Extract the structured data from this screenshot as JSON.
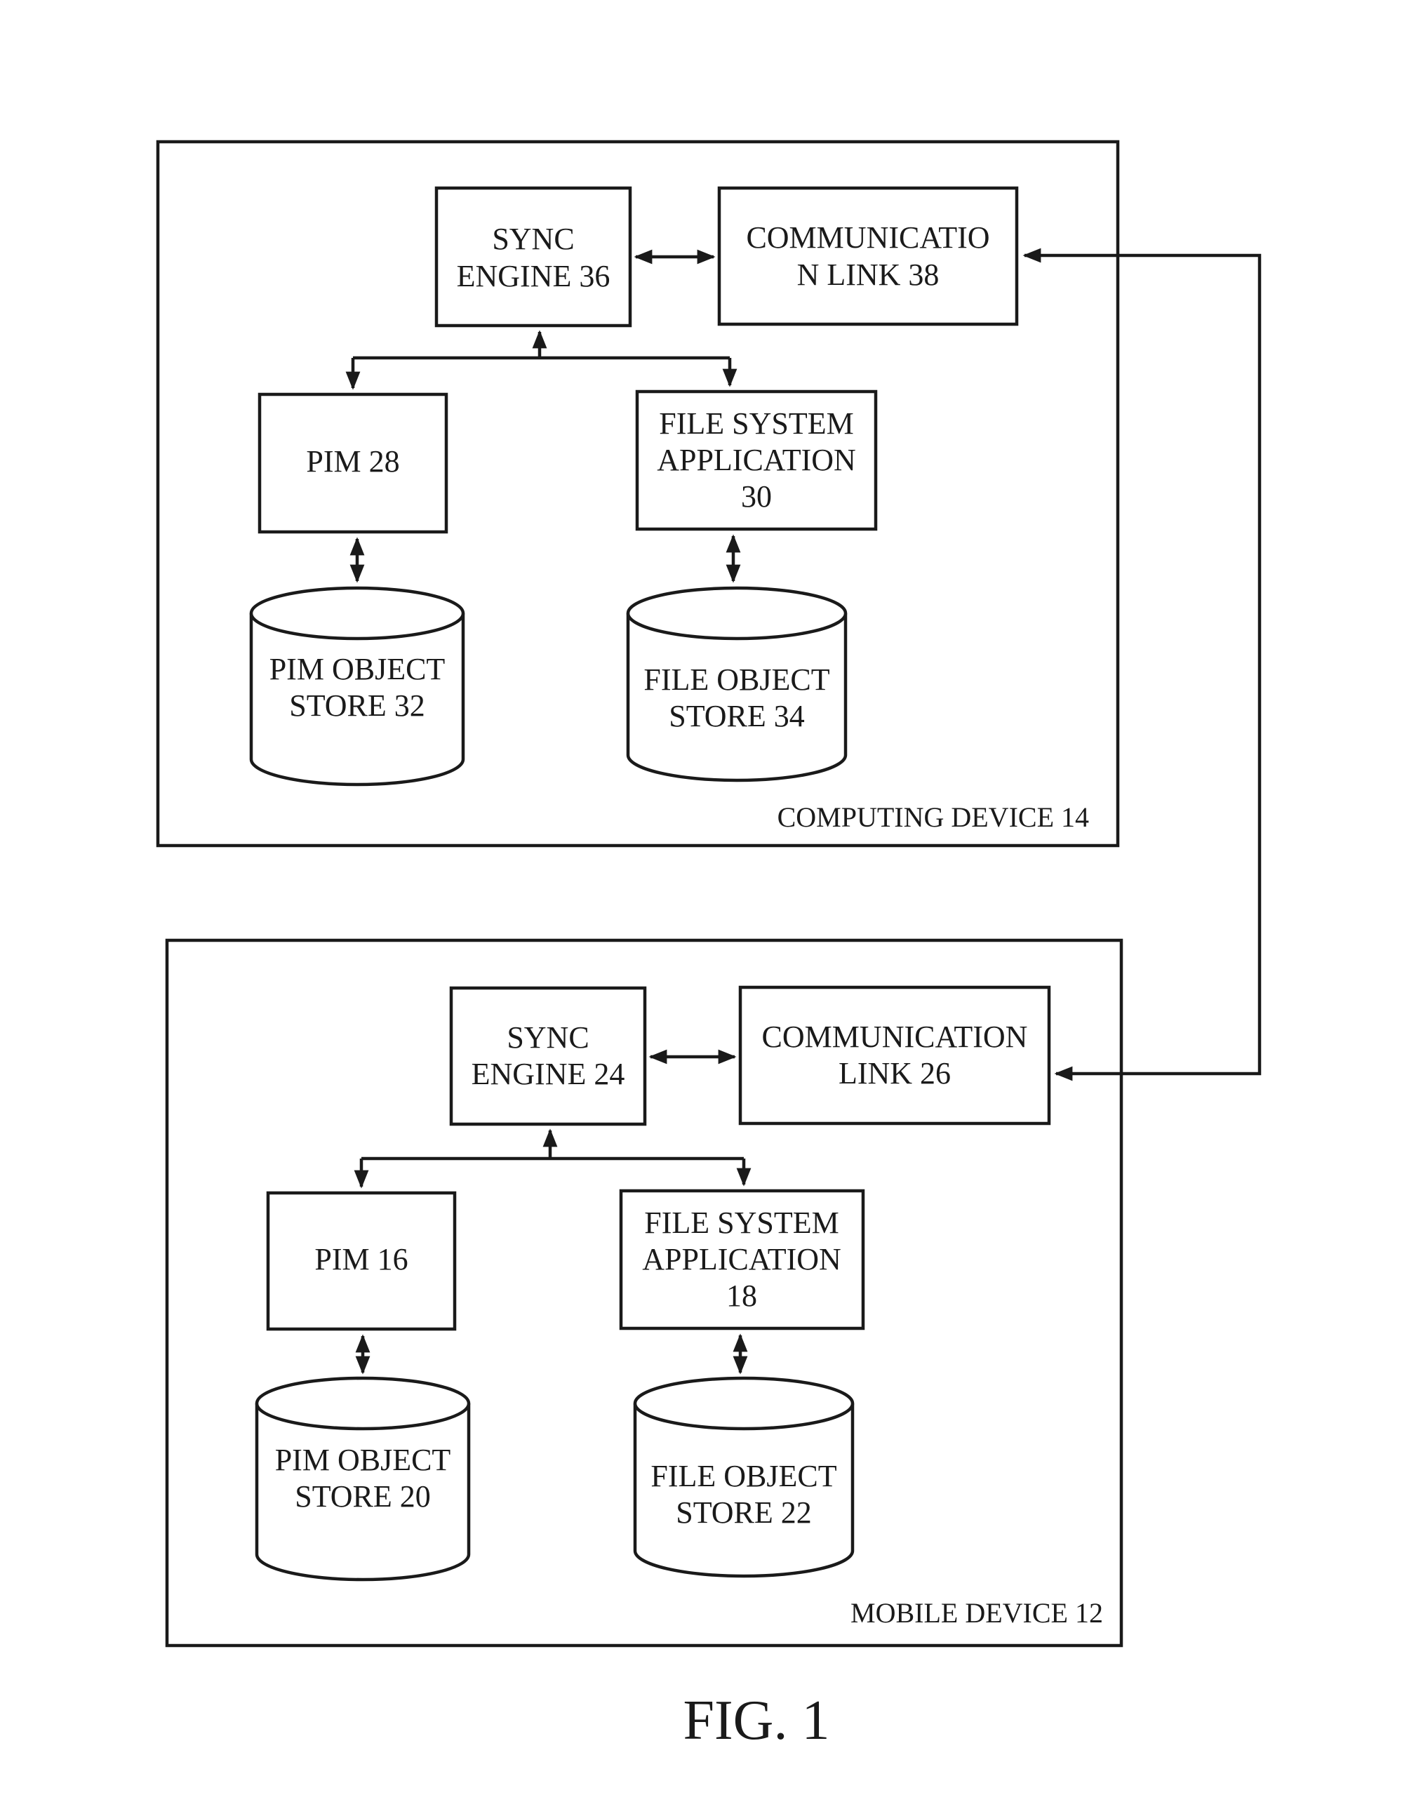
{
  "computing_device": {
    "label": "COMPUTING DEVICE 14",
    "sync_engine": [
      "SYNC",
      "ENGINE 36"
    ],
    "communication_link": [
      "COMMUNICATIO",
      "N LINK 38"
    ],
    "pim": [
      "PIM 28"
    ],
    "file_system_app": [
      "FILE SYSTEM",
      "APPLICATION",
      "30"
    ],
    "pim_store": [
      "PIM OBJECT",
      "STORE 32"
    ],
    "file_store": [
      "FILE OBJECT",
      "STORE 34"
    ]
  },
  "mobile_device": {
    "label": "MOBILE DEVICE 12",
    "sync_engine": [
      "SYNC",
      "ENGINE 24"
    ],
    "communication_link": [
      "COMMUNICATION",
      "LINK 26"
    ],
    "pim": [
      "PIM 16"
    ],
    "file_system_app": [
      "FILE SYSTEM",
      "APPLICATION",
      "18"
    ],
    "pim_store": [
      "PIM OBJECT",
      "STORE 20"
    ],
    "file_store": [
      "FILE OBJECT",
      "STORE 22"
    ]
  },
  "figure_label": "FIG. 1"
}
